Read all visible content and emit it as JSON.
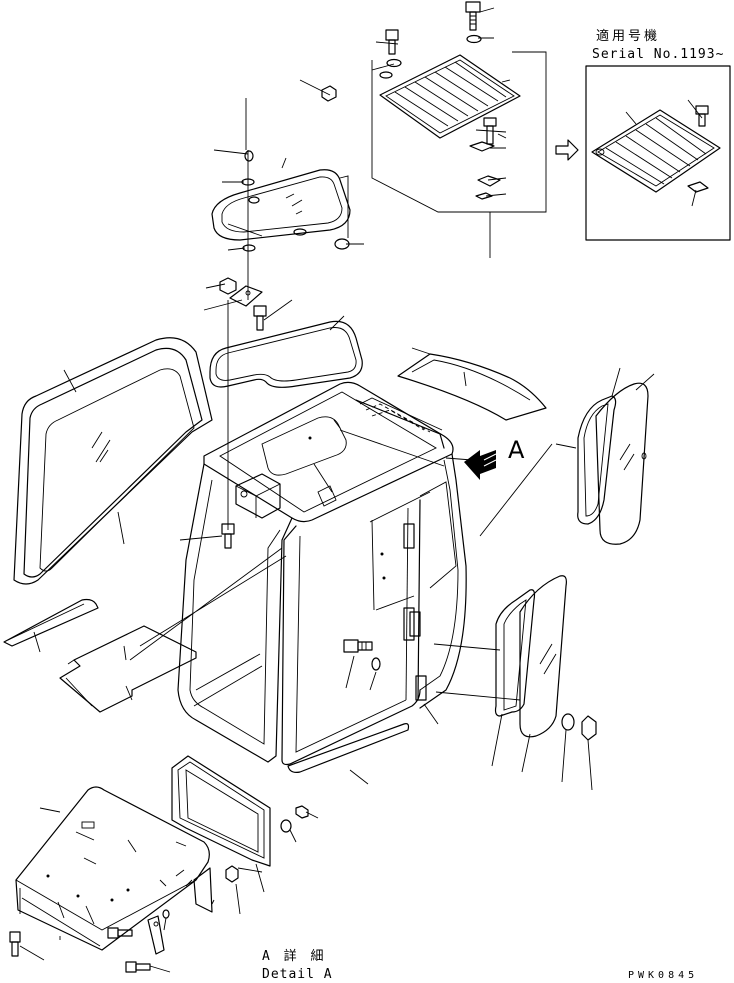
{
  "drawing": {
    "inset_title_jp": "適用号機",
    "inset_title_en": "Serial No.1193~",
    "view_marker": "A",
    "detail_title_jp": "A 詳 細",
    "detail_title_en": "Detail A",
    "drawing_code": "PWK0845"
  },
  "colors": {
    "line": "#000000",
    "background": "#ffffff"
  },
  "icons": [
    "arrow-right-icon",
    "view-arrow-icon"
  ]
}
